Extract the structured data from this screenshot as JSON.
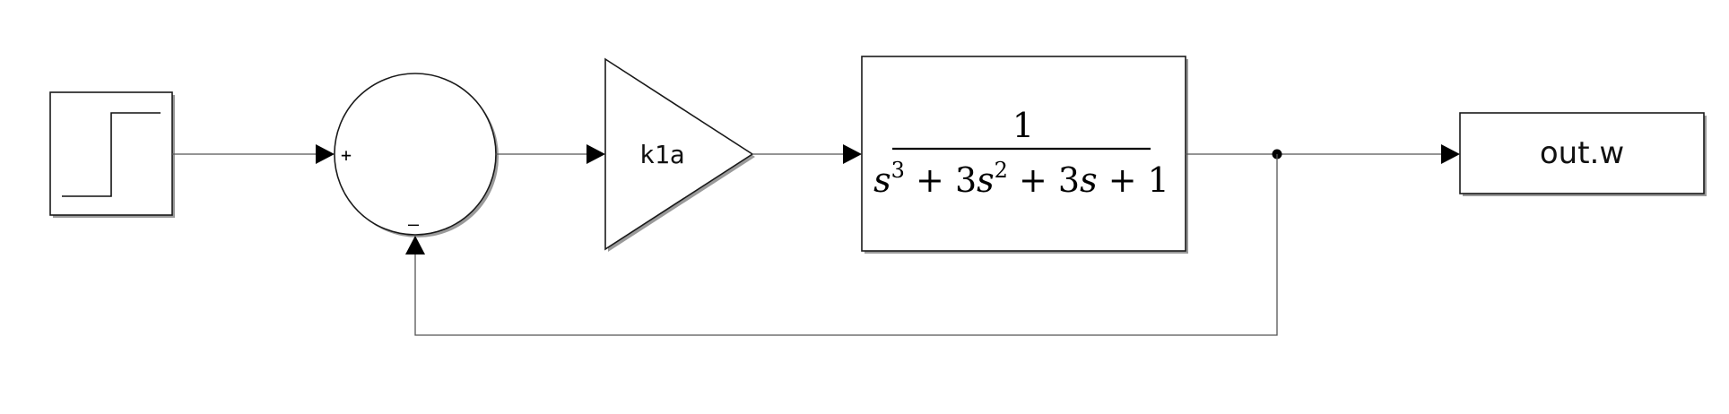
{
  "blocks": {
    "step": {
      "icon": "step-signal-icon"
    },
    "sum": {
      "plus_sign": "+",
      "minus_sign": "–"
    },
    "gain": {
      "label": "k1a"
    },
    "transfer_fcn": {
      "numerator": "1",
      "denominator": {
        "term1_base": "s",
        "term1_exp": "3",
        "op1": " + 3",
        "term2_base": "s",
        "term2_exp": "2",
        "op2": " + 3",
        "term3_base": "s",
        "op3": " + 1"
      }
    },
    "output": {
      "label": "out.w"
    }
  },
  "colors": {
    "wire": "#555555",
    "block_border": "#1a1a1a",
    "shadow": "#9a9a9a",
    "background": "#ffffff"
  }
}
